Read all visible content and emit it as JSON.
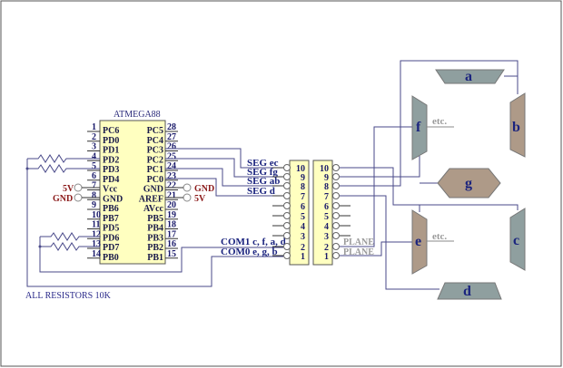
{
  "chip": {
    "title": "ATMEGA88",
    "left_pins": [
      [
        "1",
        "PC6"
      ],
      [
        "2",
        "PD0"
      ],
      [
        "3",
        "PD1"
      ],
      [
        "4",
        "PD2"
      ],
      [
        "5",
        "PD3"
      ],
      [
        "6",
        "PD4"
      ],
      [
        "7",
        "Vcc"
      ],
      [
        "8",
        "GND"
      ],
      [
        "9",
        "PB6"
      ],
      [
        "10",
        "PB7"
      ],
      [
        "11",
        "PD5"
      ],
      [
        "12",
        "PD6"
      ],
      [
        "13",
        "PD7"
      ],
      [
        "14",
        "PB0"
      ]
    ],
    "right_pins": [
      [
        "28",
        "PC5"
      ],
      [
        "27",
        "PC4"
      ],
      [
        "26",
        "PC3"
      ],
      [
        "25",
        "PC2"
      ],
      [
        "24",
        "PC1"
      ],
      [
        "23",
        "PC0"
      ],
      [
        "22",
        "GND"
      ],
      [
        "21",
        "AREF"
      ],
      [
        "20",
        "AVcc"
      ],
      [
        "19",
        "PB5"
      ],
      [
        "18",
        "PB4"
      ],
      [
        "17",
        "PB3"
      ],
      [
        "16",
        "PB2"
      ],
      [
        "15",
        "PB1"
      ]
    ]
  },
  "power": {
    "vcc_label": "5V",
    "gnd_label": "GND",
    "gnd22_label": "GND",
    "aref_label": "5V"
  },
  "nets": {
    "seg_ec": "SEG ec",
    "seg_fg": "SEG fg",
    "seg_ab": "SEG ab",
    "seg_d": "SEG d",
    "com1": "COM1 c, f, a, d",
    "com0": "COM0 e, g, b"
  },
  "connector_pins": [
    "10",
    "9",
    "8",
    "7",
    "6",
    "5",
    "4",
    "3",
    "2",
    "1"
  ],
  "plane_labels": [
    "PLANE",
    "PLANE"
  ],
  "segments": {
    "a": "a",
    "b": "b",
    "c": "c",
    "d": "d",
    "e": "e",
    "f": "f",
    "g": "g",
    "etc": "etc."
  },
  "note": "ALL RESISTORS 10K",
  "colors": {
    "wire": "#4a4a8a",
    "chip_fill": "#ffffc0",
    "seg_gray": "#8f9f9f",
    "seg_tan": "#ae9a88"
  }
}
